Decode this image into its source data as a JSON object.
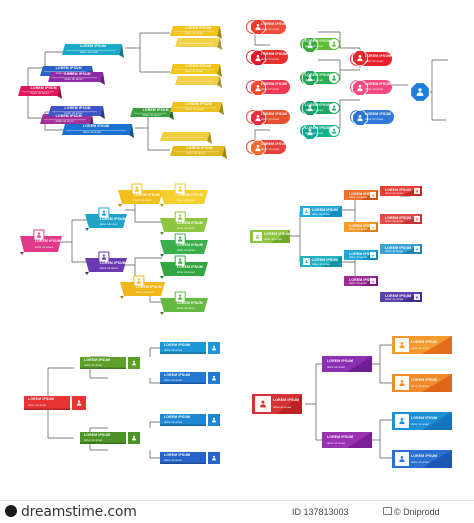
{
  "box": {
    "title": "LOREM IPSUM",
    "subtitle": "dolor sit amet"
  },
  "footer": {
    "brand": "dreamstime.com",
    "id_text": "ID 137813003",
    "author": "© Dniprodd"
  },
  "icons": [
    "person-icon",
    "camera-icon",
    "logo-mark"
  ]
}
